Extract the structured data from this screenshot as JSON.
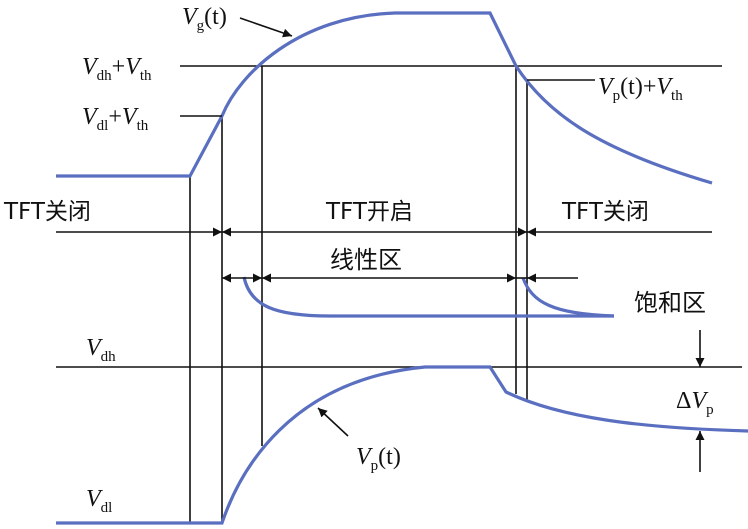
{
  "colors": {
    "curve": "#5a6fc0",
    "line": "#111111",
    "background": "#ffffff"
  },
  "labels": {
    "vg": {
      "main": "V",
      "sub": "g",
      "arg": "(t)"
    },
    "vdh_vth": {
      "v1": "V",
      "s1": "dh",
      "plus": "+",
      "v2": "V",
      "s2": "th"
    },
    "vdl_vth": {
      "v1": "V",
      "s1": "dl",
      "plus": "+",
      "v2": "V",
      "s2": "th"
    },
    "vp_vth": {
      "v1": "V",
      "s1": "p",
      "arg": "(t)",
      "plus": "+",
      "v2": "V",
      "s2": "th"
    },
    "tft_off_left": "TFT关闭",
    "tft_on": "TFT开启",
    "tft_off_right": "TFT关闭",
    "linear_region": "线性区",
    "saturation_region": "饱和区",
    "vdh": {
      "main": "V",
      "sub": "dh"
    },
    "delta_vp": {
      "delta": "Δ",
      "main": "V",
      "sub": "p"
    },
    "vp_t": {
      "main": "V",
      "sub": "p",
      "arg": "(t)"
    },
    "vdl": {
      "main": "V",
      "sub": "dl"
    }
  }
}
